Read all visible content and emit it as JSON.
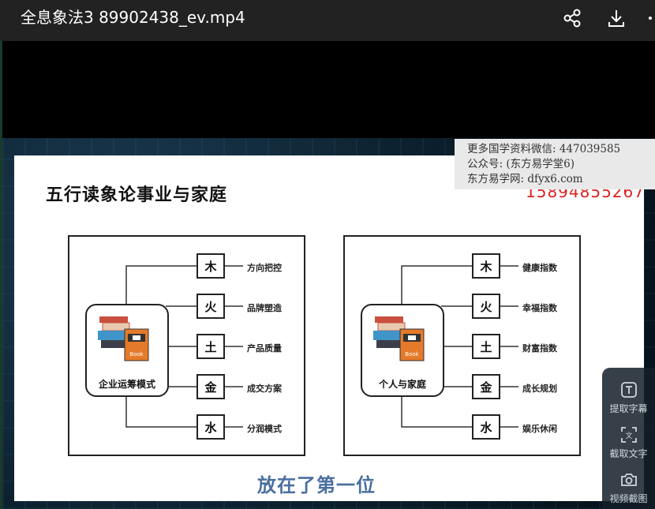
{
  "window": {
    "title": "全息象法3 89902438_ev.mp4",
    "share_icon": "share-icon",
    "download_icon": "download-icon",
    "more_icon": "more-icon"
  },
  "slide": {
    "title": "五行读象论事业与家庭",
    "phone": "15894855267",
    "left_panel": {
      "center_label": "企业运筹模式",
      "elements": [
        {
          "char": "木",
          "label": "方向把控"
        },
        {
          "char": "火",
          "label": "品牌塑造"
        },
        {
          "char": "土",
          "label": "产品质量"
        },
        {
          "char": "金",
          "label": "成交方案"
        },
        {
          "char": "水",
          "label": "分润模式"
        }
      ]
    },
    "right_panel": {
      "center_label": "个人与家庭",
      "elements": [
        {
          "char": "木",
          "label": "健康指数"
        },
        {
          "char": "火",
          "label": "幸福指数"
        },
        {
          "char": "土",
          "label": "财富指数"
        },
        {
          "char": "金",
          "label": "成长规划"
        },
        {
          "char": "水",
          "label": "娱乐休闲"
        }
      ]
    },
    "book_text": "Book"
  },
  "watermark": {
    "line1": "更多国学资料微信: 447039585",
    "line2": "公众号: (东方易学堂6)",
    "line3": "东方易学网: dfyx6.com"
  },
  "subtitle": "放在了第一位",
  "sidebar": {
    "items": [
      {
        "label": "提取字幕",
        "icon": "subtitle-extract-icon"
      },
      {
        "label": "截取文字",
        "icon": "text-capture-icon"
      },
      {
        "label": "视频截图",
        "icon": "camera-icon"
      }
    ]
  },
  "colors": {
    "titlebar_bg": "#222222",
    "phone_red": "#dd2222",
    "subtitle_blue": "#4a6fa0"
  }
}
